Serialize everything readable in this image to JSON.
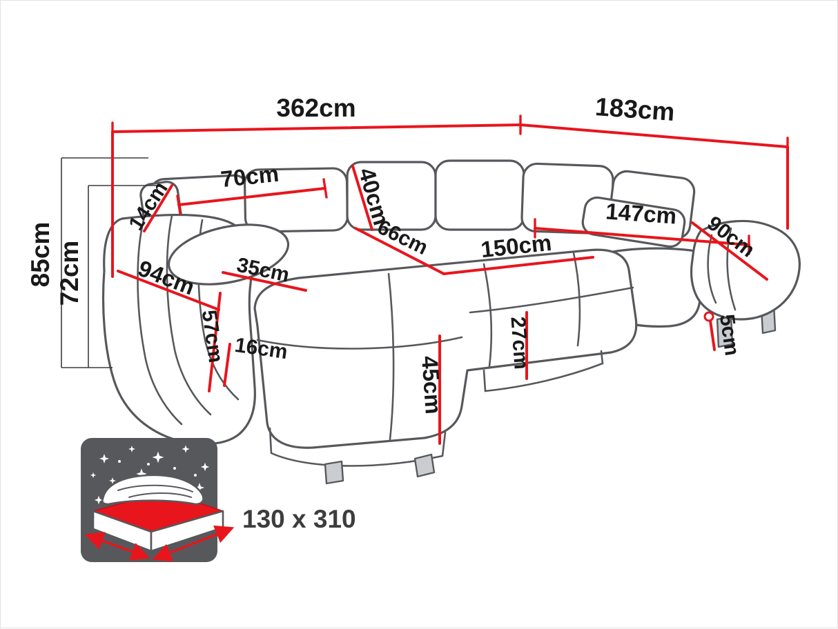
{
  "colors": {
    "dimension_line": "#e8151c",
    "sofa_outline": "#57585c",
    "label_text": "#191919",
    "icon_background": "#57585c"
  },
  "dimensions": {
    "total_width": "362cm",
    "total_depth": "183cm",
    "total_height": "85cm",
    "backrest_height_from_floor": "72cm",
    "back_cushion_thickness": "14cm",
    "back_cushion_width": "70cm",
    "back_cushion_height": "40cm",
    "seat_depth": "66cm",
    "seat_width": "150cm",
    "chaise_length": "147cm",
    "chaise_width": "90cm",
    "armrest_depth": "94cm",
    "armrest_width": "35cm",
    "seat_height": "57cm",
    "armrest_height_above_seat": "16cm",
    "front_height": "45cm",
    "seat_cushion_thickness": "27cm",
    "leg_height": "5cm"
  },
  "sleeping_area": {
    "label": "130 x 310"
  }
}
